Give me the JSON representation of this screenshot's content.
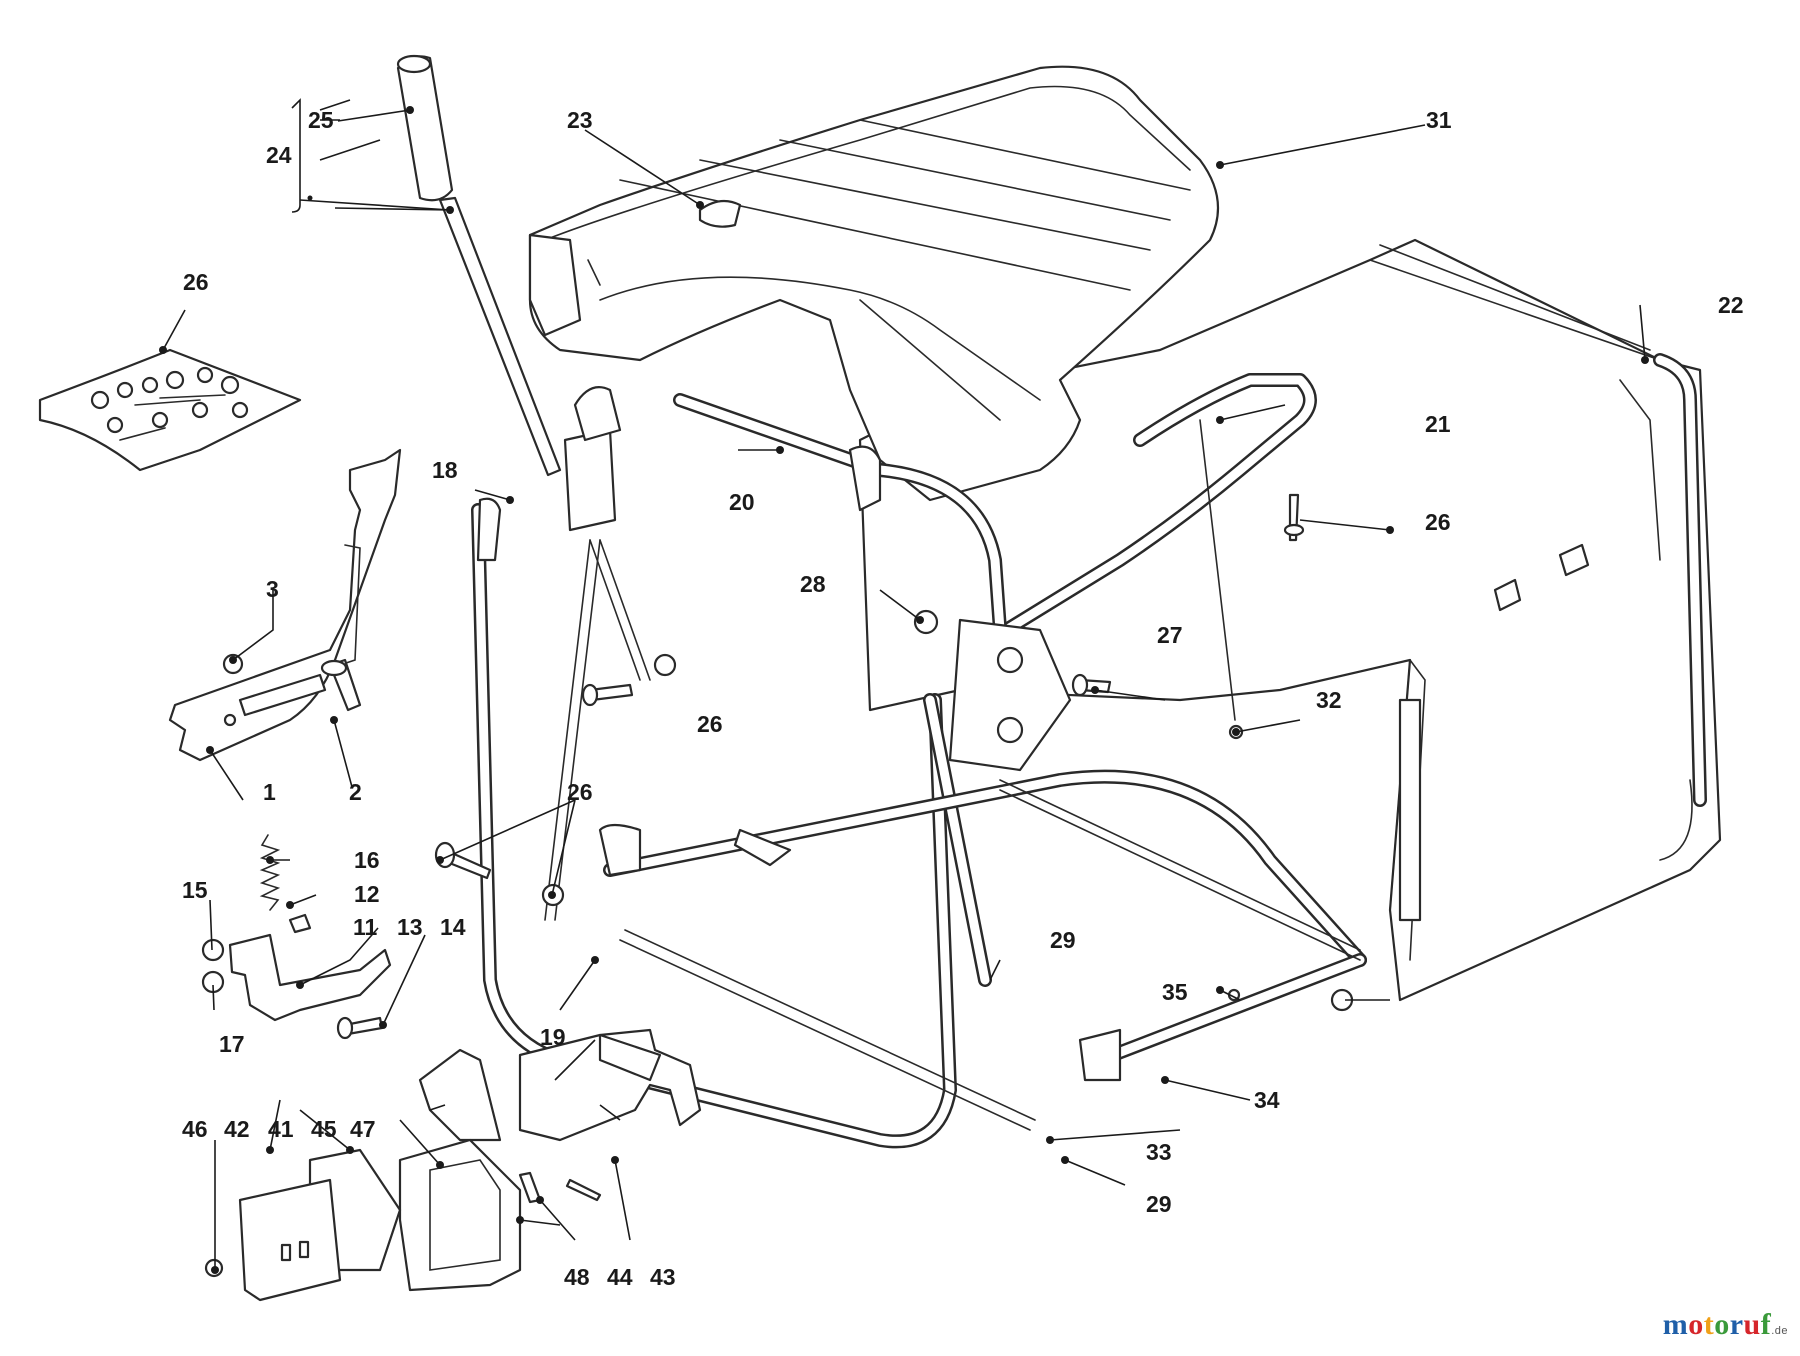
{
  "callouts": [
    {
      "id": "c1",
      "label": "1"
    },
    {
      "id": "c2",
      "label": "2"
    },
    {
      "id": "c3",
      "label": "3"
    },
    {
      "id": "c11",
      "label": "11"
    },
    {
      "id": "c12",
      "label": "12"
    },
    {
      "id": "c13",
      "label": "13"
    },
    {
      "id": "c14",
      "label": "14"
    },
    {
      "id": "c15",
      "label": "15"
    },
    {
      "id": "c16",
      "label": "16"
    },
    {
      "id": "c17",
      "label": "17"
    },
    {
      "id": "c18",
      "label": "18"
    },
    {
      "id": "c19",
      "label": "19"
    },
    {
      "id": "c20",
      "label": "20"
    },
    {
      "id": "c21",
      "label": "21"
    },
    {
      "id": "c22",
      "label": "22"
    },
    {
      "id": "c23",
      "label": "23"
    },
    {
      "id": "c24",
      "label": "24"
    },
    {
      "id": "c25",
      "label": "25"
    },
    {
      "id": "c26a",
      "label": "26"
    },
    {
      "id": "c26b",
      "label": "26"
    },
    {
      "id": "c26c",
      "label": "26"
    },
    {
      "id": "c26d",
      "label": "26"
    },
    {
      "id": "c27",
      "label": "27"
    },
    {
      "id": "c28",
      "label": "28"
    },
    {
      "id": "c29a",
      "label": "29"
    },
    {
      "id": "c29b",
      "label": "29"
    },
    {
      "id": "c31",
      "label": "31"
    },
    {
      "id": "c32",
      "label": "32"
    },
    {
      "id": "c33",
      "label": "33"
    },
    {
      "id": "c34",
      "label": "34"
    },
    {
      "id": "c35",
      "label": "35"
    },
    {
      "id": "c41",
      "label": "41"
    },
    {
      "id": "c42",
      "label": "42"
    },
    {
      "id": "c43",
      "label": "43"
    },
    {
      "id": "c44",
      "label": "44"
    },
    {
      "id": "c45",
      "label": "45"
    },
    {
      "id": "c46",
      "label": "46"
    },
    {
      "id": "c47",
      "label": "47"
    },
    {
      "id": "c48",
      "label": "48"
    }
  ],
  "watermark": {
    "brand": "motoruf",
    "suffix": ".de"
  },
  "colors": {
    "m": "#1f5fa8",
    "o1": "#d6262b",
    "t": "#f0a019",
    "o2": "#3a9a3a",
    "r": "#1f5fa8",
    "u": "#d6262b",
    "f": "#3a9a3a"
  }
}
